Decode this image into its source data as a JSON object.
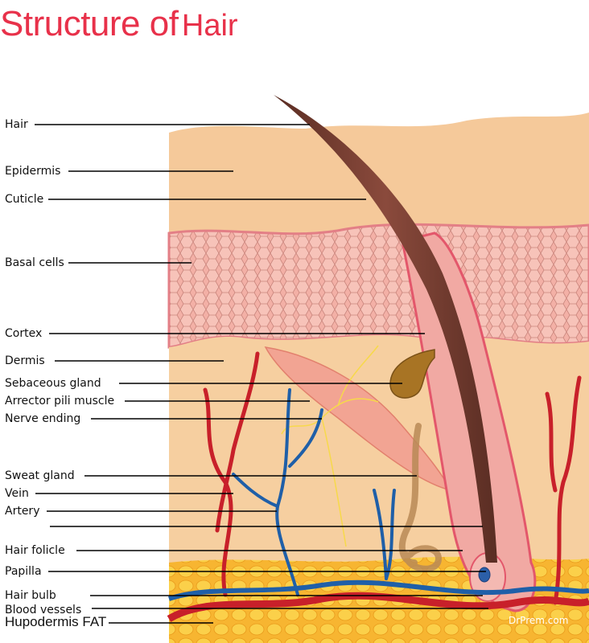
{
  "title": {
    "part1": "Structure of",
    "part2": "Hair"
  },
  "labels": [
    {
      "id": "hair",
      "text": "Hair"
    },
    {
      "id": "epidermis",
      "text": "Epidermis"
    },
    {
      "id": "cuticle",
      "text": "Cuticle"
    },
    {
      "id": "basal-cells",
      "text": "Basal cells"
    },
    {
      "id": "cortex",
      "text": "Cortex"
    },
    {
      "id": "dermis",
      "text": "Dermis"
    },
    {
      "id": "sebaceous-gland",
      "text": "Sebaceous gland"
    },
    {
      "id": "arrector-pili-muscle",
      "text": "Arrector pili muscle"
    },
    {
      "id": "nerve-ending",
      "text": "Nerve ending"
    },
    {
      "id": "sweat-gland",
      "text": "Sweat gland"
    },
    {
      "id": "vein",
      "text": "Vein"
    },
    {
      "id": "artery",
      "text": "Artery"
    },
    {
      "id": "hair-folicle",
      "text": "Hair folicle"
    },
    {
      "id": "papilla",
      "text": "Papilla"
    },
    {
      "id": "hair-bulb",
      "text": "Hair bulb"
    },
    {
      "id": "blood-vessels",
      "text": "Blood vessels"
    },
    {
      "id": "hupodermis-fat",
      "text": "Hupodermis FAT"
    }
  ],
  "watermark": "DrPrem.com",
  "colors": {
    "title": "#e8314a",
    "epidermis": "#f5c99a",
    "basal": "#f2a9a0",
    "dermis": "#f6cfa0",
    "fat": "#f7b531",
    "hair": "#6e3b2e",
    "artery": "#c8202a",
    "vein": "#1f5fa8"
  }
}
